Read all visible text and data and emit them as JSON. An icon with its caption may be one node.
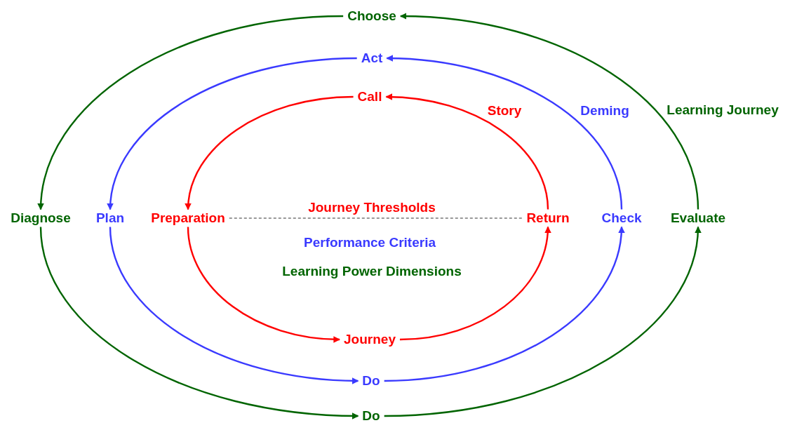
{
  "diagram": {
    "nodes": [
      {
        "text": [
          "Choose"
        ]
      },
      {
        "text": [
          "Act"
        ]
      },
      {
        "text": [
          "Call"
        ]
      },
      {
        "text": [
          "Diagnose"
        ]
      },
      {
        "text": [
          "Plan"
        ]
      },
      {
        "text": [
          "Preparation"
        ]
      },
      {
        "text": [
          "Return"
        ]
      },
      {
        "text": [
          "Check"
        ]
      },
      {
        "text": [
          "Evaluate"
        ]
      },
      {
        "text": [
          "Journey"
        ]
      },
      {
        "text": [
          "Do"
        ]
      },
      {
        "text": [
          "Do"
        ]
      }
    ],
    "edges": [
      {
        "from": 0,
        "to": 3,
        "arrow": "to",
        "color": "#006400"
      },
      {
        "from": 3,
        "to": 11,
        "arrow": "to",
        "color": "#006400"
      },
      {
        "from": 11,
        "to": 8,
        "arrow": "to",
        "color": "#006400"
      },
      {
        "from": 8,
        "to": 0,
        "arrow": "to",
        "color": "#006400"
      },
      {
        "from": 1,
        "to": 4,
        "arrow": "to",
        "color": "#3a3aff"
      },
      {
        "from": 4,
        "to": 10,
        "arrow": "to",
        "color": "#3a3aff"
      },
      {
        "from": 10,
        "to": 7,
        "arrow": "to",
        "color": "#3a3aff"
      },
      {
        "from": 7,
        "to": 1,
        "arrow": "to",
        "color": "#3a3aff"
      },
      {
        "from": 2,
        "to": 5,
        "arrow": "to",
        "color": "#ff0000"
      },
      {
        "from": 5,
        "to": 9,
        "arrow": "to",
        "color": "#ff0000"
      },
      {
        "from": 9,
        "to": 6,
        "arrow": "to",
        "color": "#ff0000"
      },
      {
        "from": 6,
        "to": 2,
        "arrow": "to",
        "color": "#ff0000"
      },
      {
        "from": 5,
        "to": 6,
        "arrow": "none",
        "style": "dashed",
        "color": "#333333"
      }
    ],
    "labels": [
      "Story",
      "Deming",
      "Learning Journey",
      "Journey Thresholds",
      "Performance Criteria",
      "Learning Power Dimensions"
    ]
  }
}
